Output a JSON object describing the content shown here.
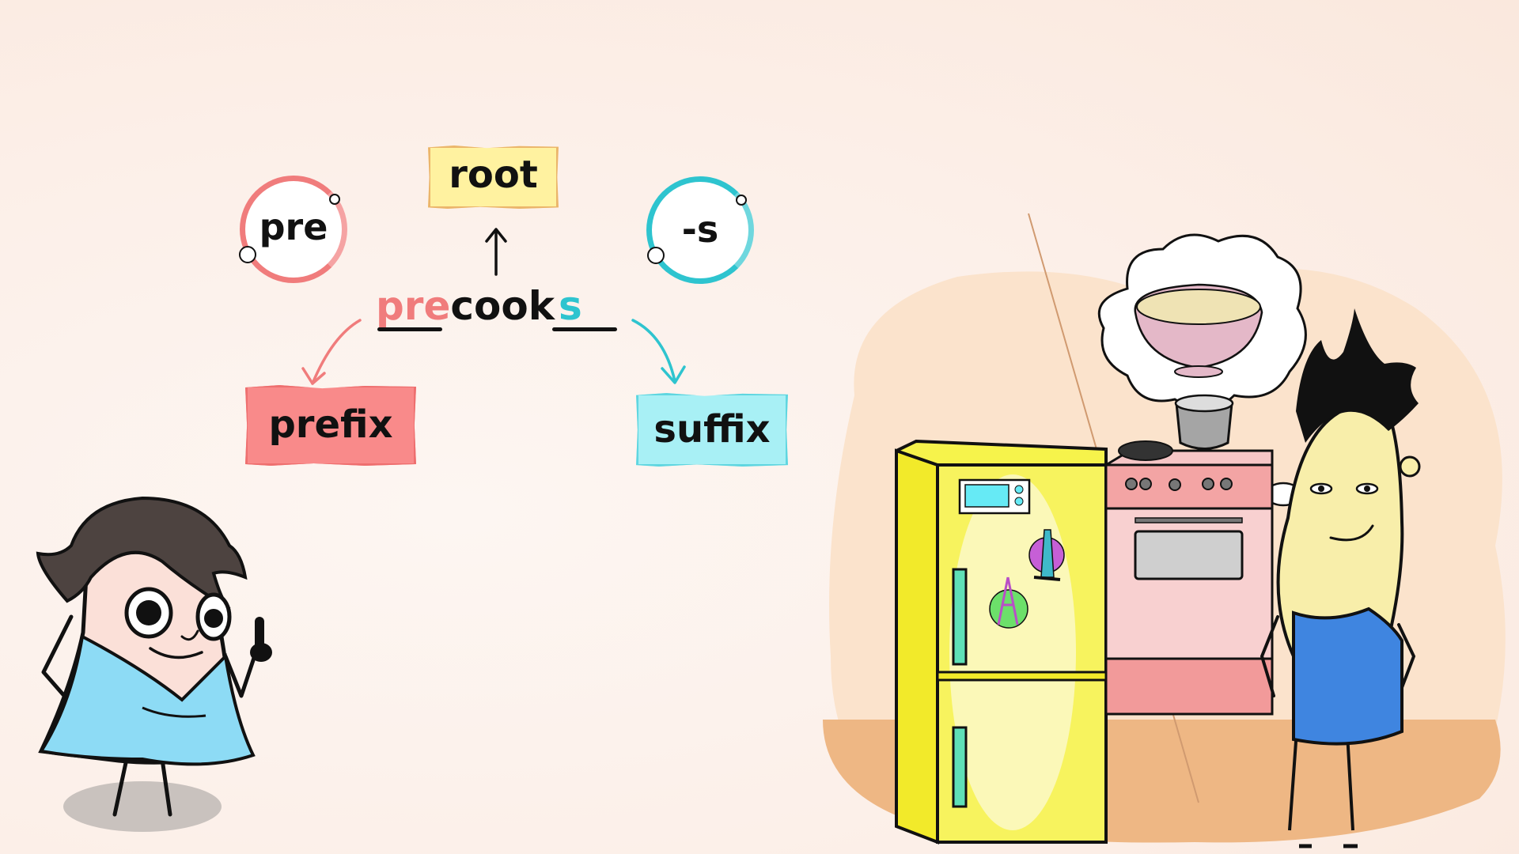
{
  "diagram": {
    "title_word": {
      "prefix_part": "pre",
      "root_part": "cook",
      "suffix_part": "s"
    },
    "nodes": {
      "prefix_circle": "pre",
      "suffix_circle": "-s",
      "root_box": "root",
      "prefix_box": "prefix",
      "suffix_box": "suffix"
    },
    "colors": {
      "prefix": "#f07c7c",
      "prefix_box_fill": "#f98a8a",
      "suffix": "#2ec4cf",
      "suffix_box_fill": "#a8f0f5",
      "root_box_fill": "#fff2a0",
      "root_box_border": "#e8b060",
      "text": "#111111"
    }
  },
  "illustration": {
    "left_character": "girl-in-blue-dress-pointing-up",
    "right_scene": {
      "character": "boy-in-blue-shirt",
      "thought": "bowl-of-macaroni",
      "objects": [
        "yellow-fridge",
        "pink-stove",
        "cooking-pot",
        "eiffel-tower-magnet",
        "statue-of-liberty-magnet",
        "microwave-magnet"
      ]
    }
  }
}
